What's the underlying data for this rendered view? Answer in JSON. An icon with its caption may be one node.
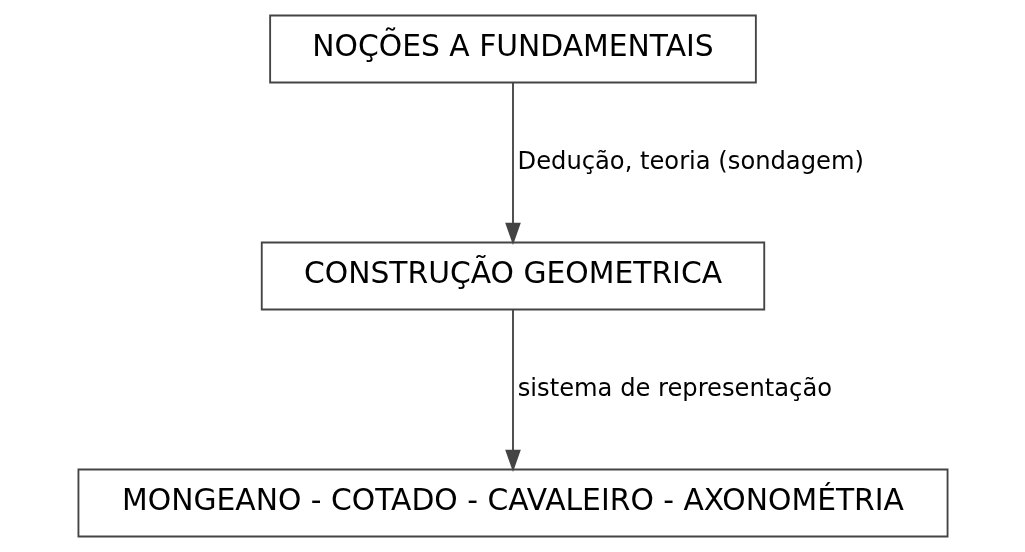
{
  "diagram": {
    "nodes": [
      {
        "text": [
          "NOÇÕES A FUNDAMENTAIS"
        ]
      },
      {
        "text": [
          "CONSTRUÇÃO GEOMETRICA"
        ]
      },
      {
        "text": [
          "MONGEANO - COTADO - CAVALEIRO - AXONOMÉTRIA"
        ]
      }
    ],
    "edges": [
      {
        "from": 0,
        "to": 1,
        "arrow": "to",
        "label": "Dedução, teoria (sondagem)"
      },
      {
        "from": 1,
        "to": 2,
        "arrow": "to",
        "label": "sistema de representação"
      }
    ]
  }
}
